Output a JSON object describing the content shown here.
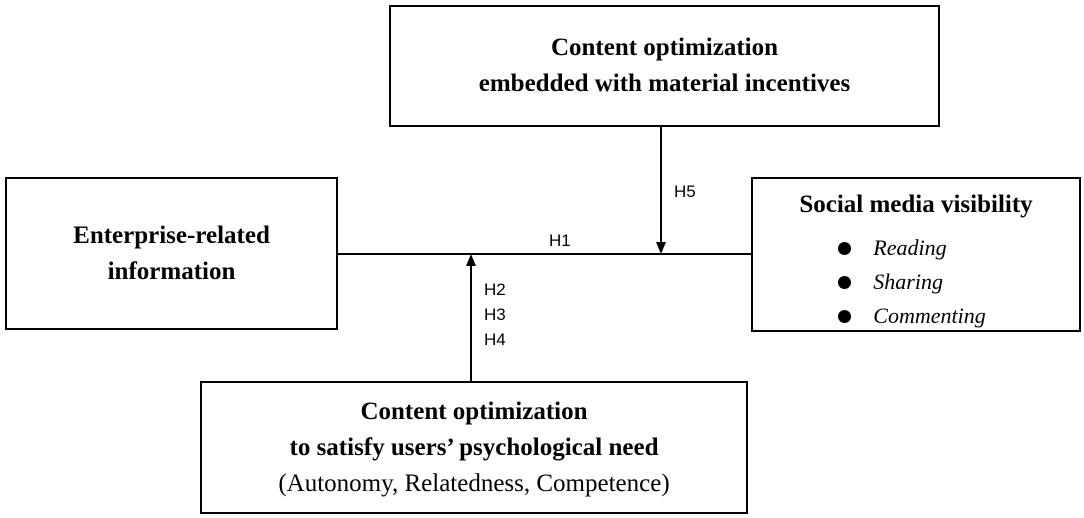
{
  "boxes": {
    "material": {
      "line1": "Content optimization",
      "line2": "embedded with material incentives"
    },
    "enterprise": {
      "line1": "Enterprise-related",
      "line2": "information"
    },
    "visibility": {
      "title": "Social media visibility",
      "items": [
        "Reading",
        "Sharing",
        "Commenting"
      ]
    },
    "psychological": {
      "line1": "Content optimization",
      "line2": "to satisfy users’ psychological need",
      "line3": "(Autonomy, Relatedness, Competence)"
    }
  },
  "labels": {
    "h1": "H1",
    "h2": "H2",
    "h3": "H3",
    "h4": "H4",
    "h5": "H5"
  }
}
